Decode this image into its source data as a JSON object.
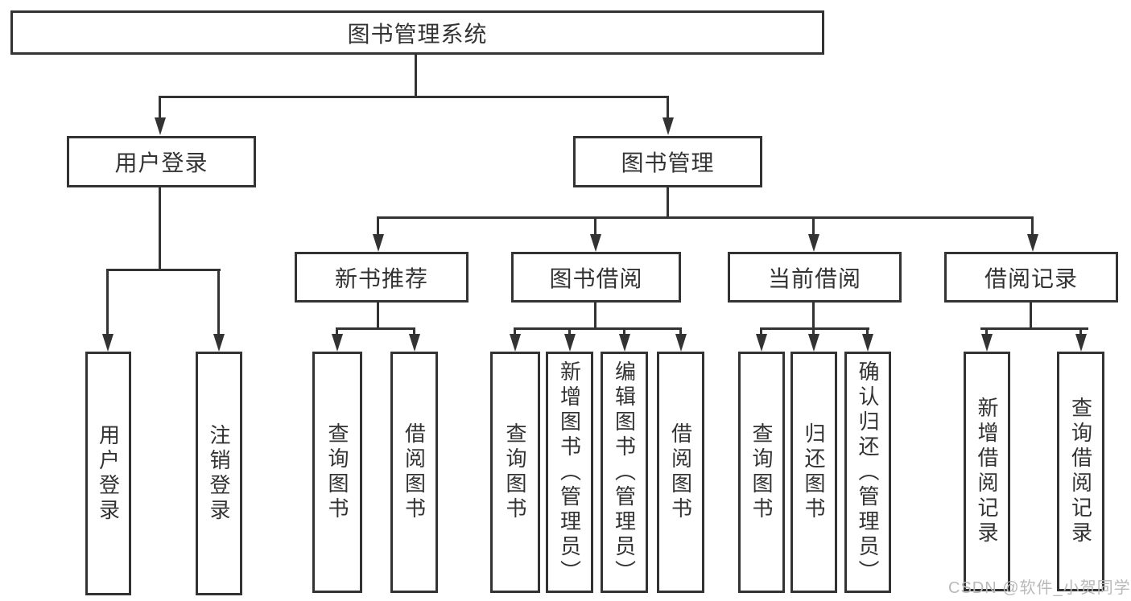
{
  "tree": {
    "root": {
      "label": "图书管理系统"
    },
    "branches": [
      {
        "label": "用户登录",
        "children": [
          {
            "label": "用户登录"
          },
          {
            "label": "注销登录"
          }
        ]
      },
      {
        "label": "图书管理",
        "children": [
          {
            "label": "新书推荐",
            "children": [
              {
                "label": "查询图书"
              },
              {
                "label": "借阅图书"
              }
            ]
          },
          {
            "label": "图书借阅",
            "children": [
              {
                "label": "查询图书"
              },
              {
                "label": "新增图书（管理员）"
              },
              {
                "label": "编辑图书（管理员）"
              },
              {
                "label": "借阅图书"
              }
            ]
          },
          {
            "label": "当前借阅",
            "children": [
              {
                "label": "查询图书"
              },
              {
                "label": "归还图书"
              },
              {
                "label": "确认归还（管理员）"
              }
            ]
          },
          {
            "label": "借阅记录",
            "children": [
              {
                "label": "新增借阅记录"
              },
              {
                "label": "查询借阅记录"
              }
            ]
          }
        ]
      }
    ]
  },
  "watermark": {
    "text": "CSDN @软件_小贺同学"
  },
  "colors": {
    "line": "#333333",
    "text": "#333333",
    "box_background": "#ffffff",
    "watermark": "#b9b9b9"
  }
}
